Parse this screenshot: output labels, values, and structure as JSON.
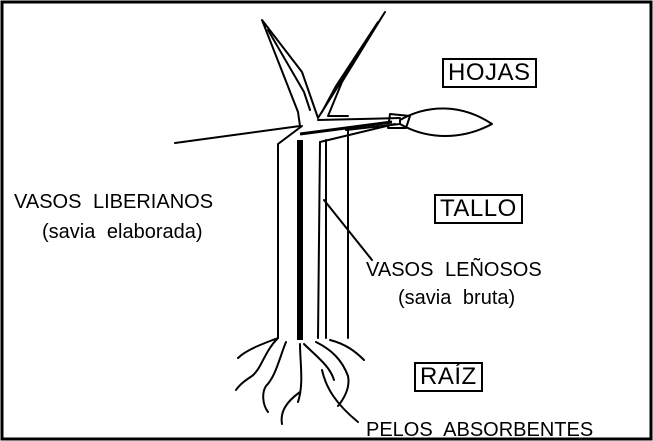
{
  "labels": {
    "hojas": "HOJAS",
    "tallo": "TALLO",
    "raiz": "RAÍZ",
    "vasos_liberianos": "VASOS LIBERIANOS",
    "savia_elaborada": "(savia elaborada)",
    "vasos_lenosos": "VASOS LEÑOSOS",
    "savia_bruta": "(savia bruta)",
    "pelos_absorbentes": "PELOS ABSORBENTES"
  }
}
